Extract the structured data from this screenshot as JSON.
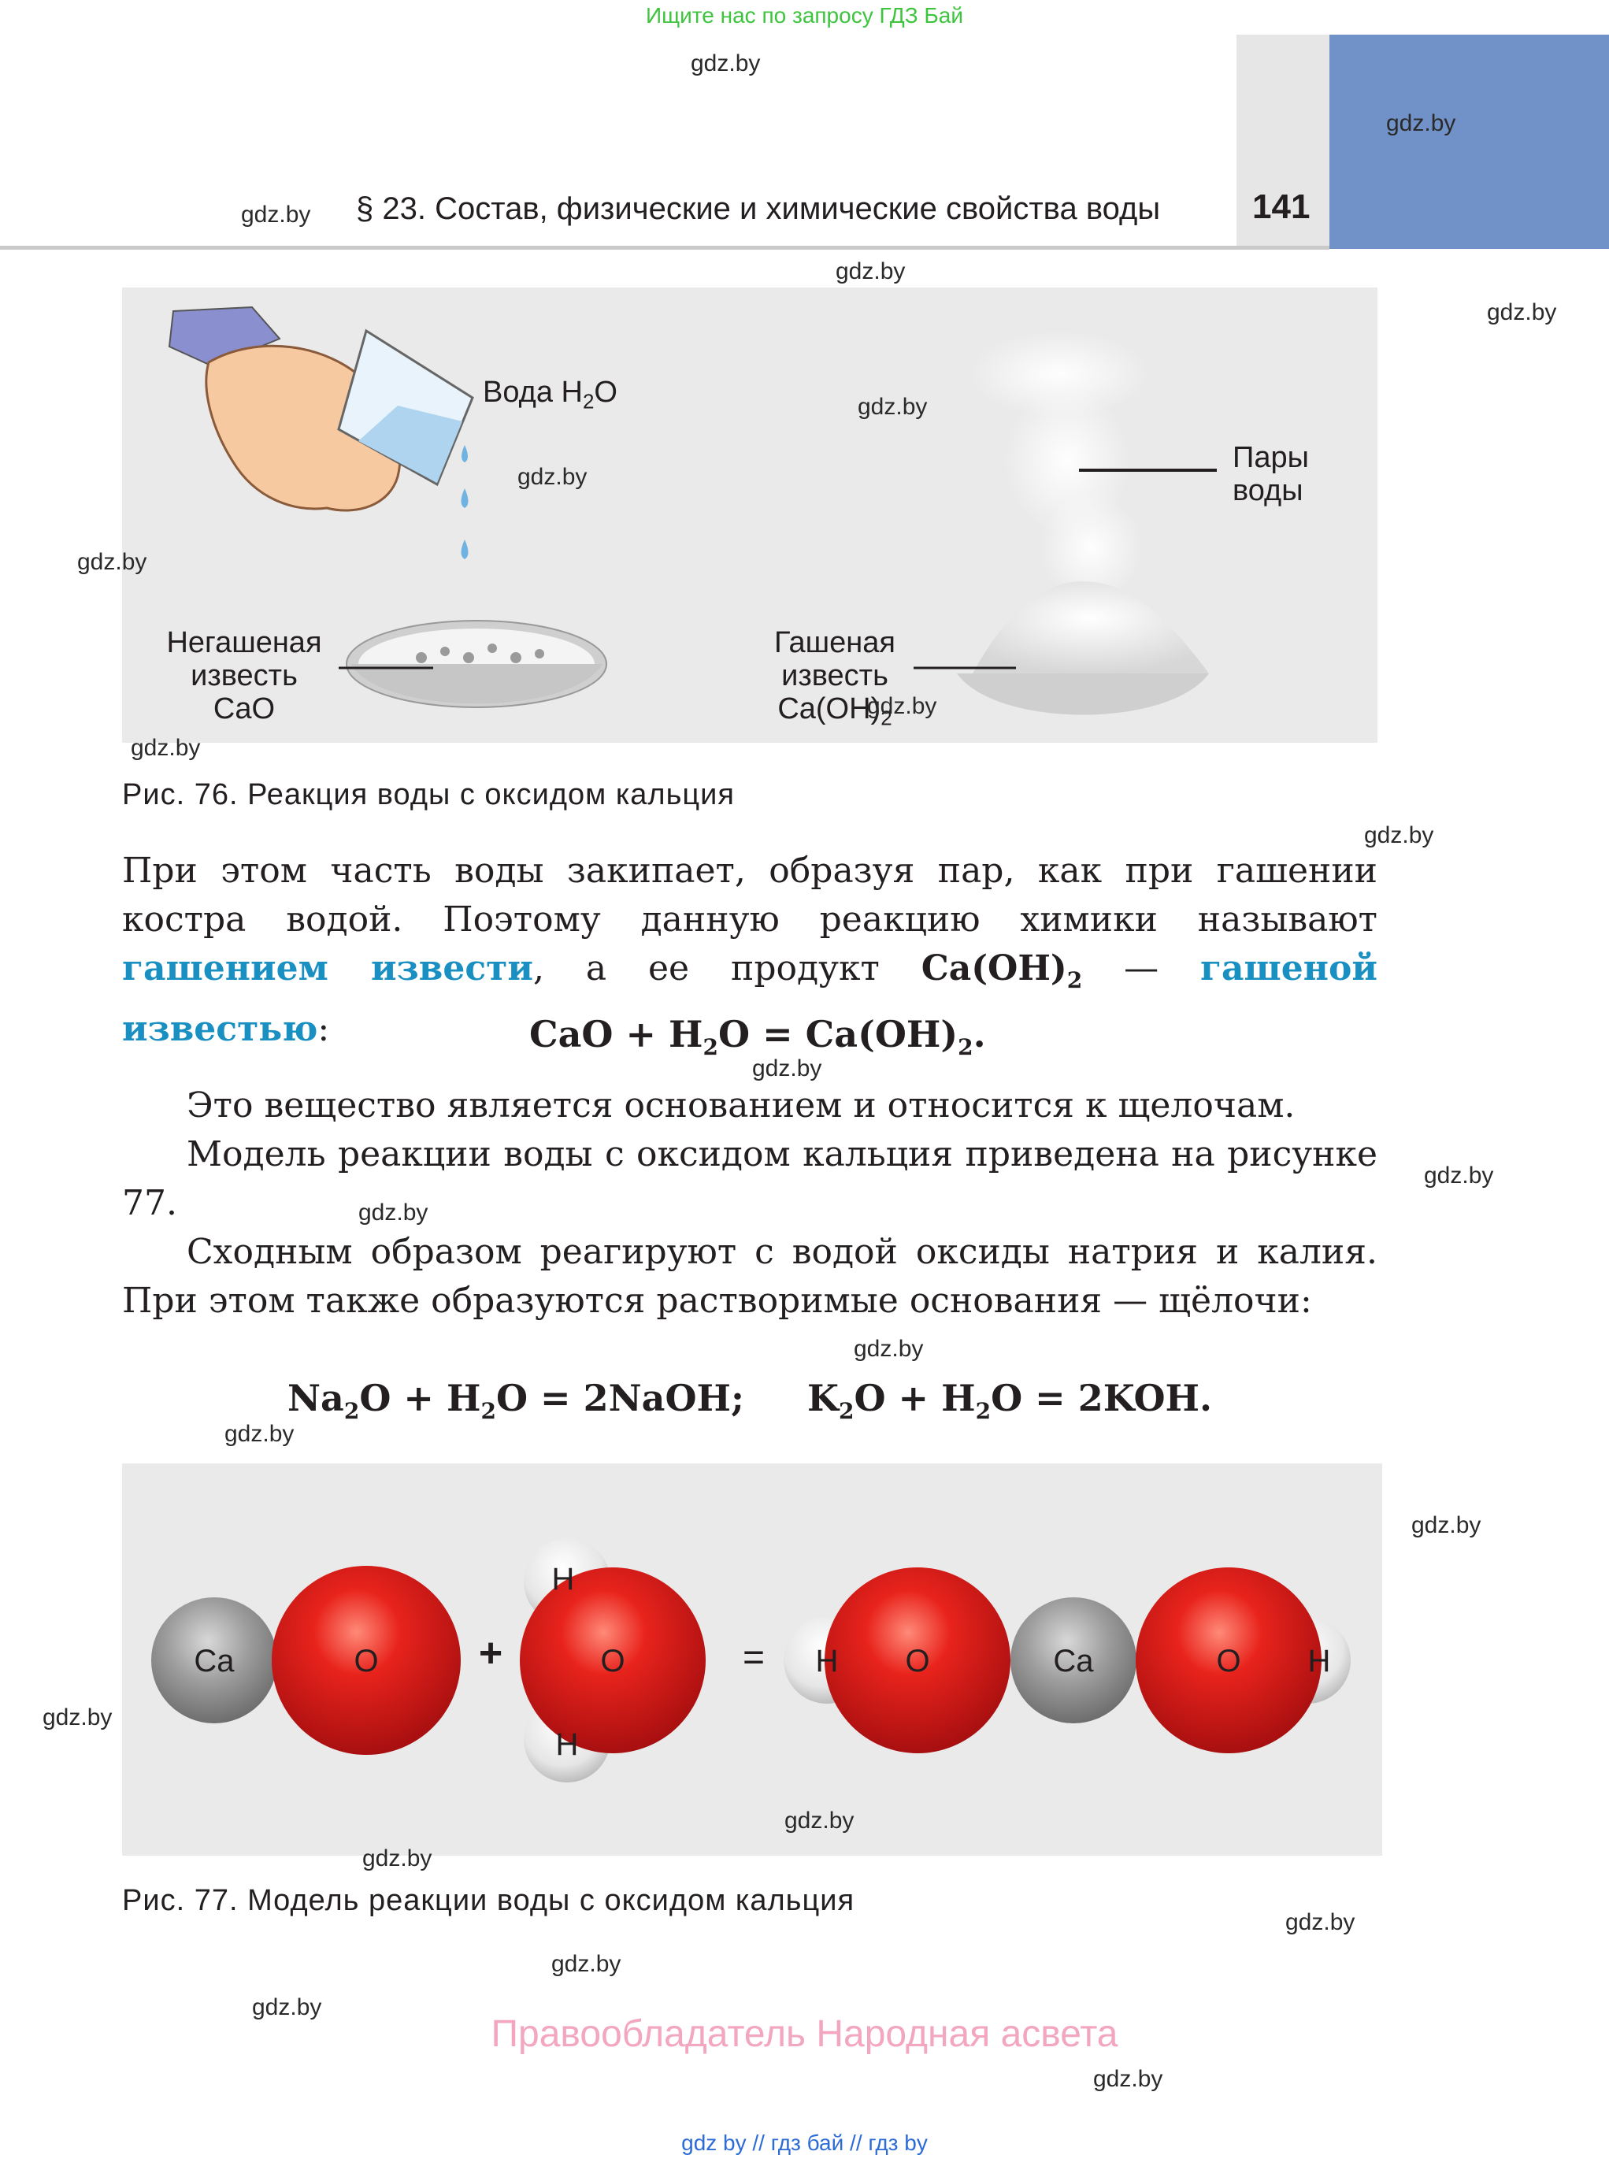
{
  "top_banner": "Ищите нас по запросу ГДЗ Бай",
  "header": {
    "title": "§ 23. Состав, физические и химические свойства воды",
    "page_number": "141"
  },
  "figure76": {
    "label_water": "Вода H",
    "label_water_sub": "2",
    "label_water_end": "O",
    "label_steam_1": "Пары",
    "label_steam_2": "воды",
    "label_quicklime_1": "Негашеная",
    "label_quicklime_2": "известь",
    "label_quicklime_3": "CaO",
    "label_slaked_1": "Гашеная",
    "label_slaked_2": "известь",
    "label_slaked_3": "Ca(OH)",
    "label_slaked_3_sub": "2",
    "caption": "Рис. 76. Реакция воды с оксидом кальция"
  },
  "text": {
    "p1_a": "При этом часть воды закипает, образуя пар, как при гашении костра водой. Поэтому данную реакцию химики называют ",
    "p1_term1": "гашением извести",
    "p1_b": ", а ее продукт ",
    "p1_formula": "Ca(OH)",
    "p1_formula_sub": "2",
    "p1_c": " — ",
    "p1_term2": "гашеной известью",
    "p1_d": ":",
    "eq1_a": "CaO + H",
    "eq1_sub1": "2",
    "eq1_b": "O = Ca(OH)",
    "eq1_sub2": "2",
    "eq1_c": ".",
    "p2": "Это вещество является основанием и относится к щелочам.",
    "p3": "Модель реакции воды с оксидом кальция приведена на рисунке 77.",
    "p4": "Сходным образом реагируют с водой оксиды натрия и калия. При этом также образуются растворимые основания — щёлочи:",
    "eq2_a": "Na",
    "eq2_sub1": "2",
    "eq2_b": "O + H",
    "eq2_sub2": "2",
    "eq2_c": "O = 2NaOH;",
    "eq3_a": "K",
    "eq3_sub1": "2",
    "eq3_b": "O + H",
    "eq3_sub2": "2",
    "eq3_c": "O = 2KOH."
  },
  "figure77": {
    "atoms": {
      "ca": "Ca",
      "o": "O",
      "h": "H"
    },
    "plus": "+",
    "equals": "=",
    "caption": "Рис. 77. Модель реакции воды с оксидом кальция"
  },
  "watermark": "gdz.by",
  "footer": {
    "owner": "Правообладатель Народная асвета",
    "links": "gdz by  //  гдз бай  //  гдз by"
  },
  "colors": {
    "banner": "#3ec43e",
    "header_blue": "#7192c9",
    "term": "#1a8fc2",
    "owner": "#f2a6c0",
    "links": "#2d6bd6"
  }
}
